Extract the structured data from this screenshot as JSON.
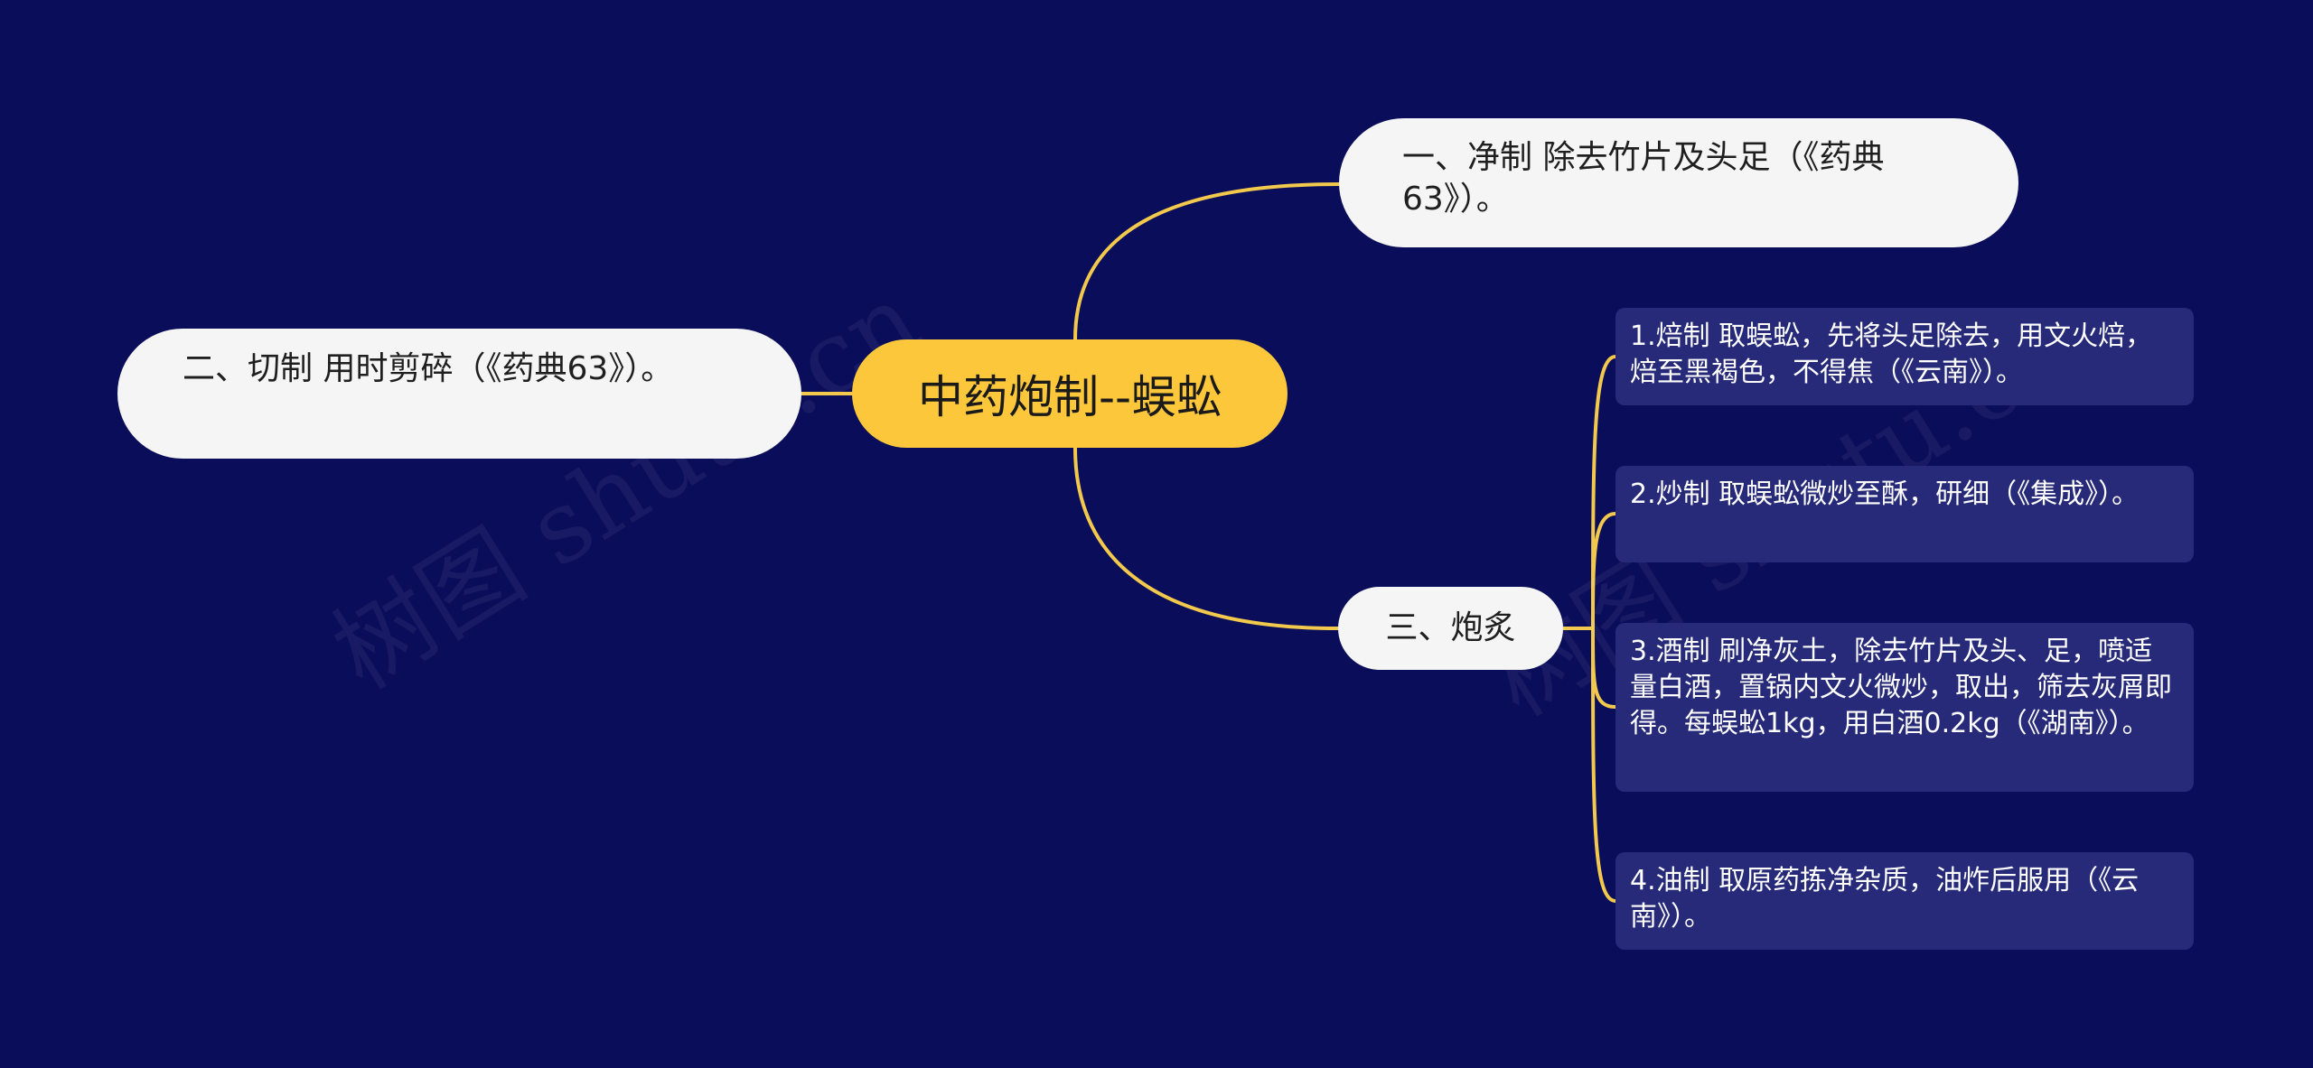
{
  "colors": {
    "background": "#0a0d5a",
    "connector": "#f2c94c",
    "central_node": "#fcc73a",
    "topic_node": "#f5f5f5",
    "leaf_node": "#262a78"
  },
  "mindmap": {
    "central": "中药炮制--蜈蚣",
    "topics": [
      {
        "label": "一、净制 除去竹片及头足（《药典63》）。"
      },
      {
        "label": "二、切制 用时剪碎（《药典63》）。"
      },
      {
        "label": "三、炮炙",
        "children": [
          "1.焙制 取蜈蚣，先将头足除去，用文火焙，焙至黑褐色，不得焦（《云南》）。",
          "2.炒制 取蜈蚣微炒至酥，研细（《集成》）。",
          "3.酒制 刷净灰土，除去竹片及头、足，喷适量白酒，置锅内文火微炒，取出，筛去灰屑即得。每蜈蚣1kg，用白酒0.2kg（《湖南》）。",
          "4.油制 取原药拣净杂质，油炸后服用（《云南》）。"
        ]
      }
    ]
  },
  "watermark": "树图 shutu.cn"
}
